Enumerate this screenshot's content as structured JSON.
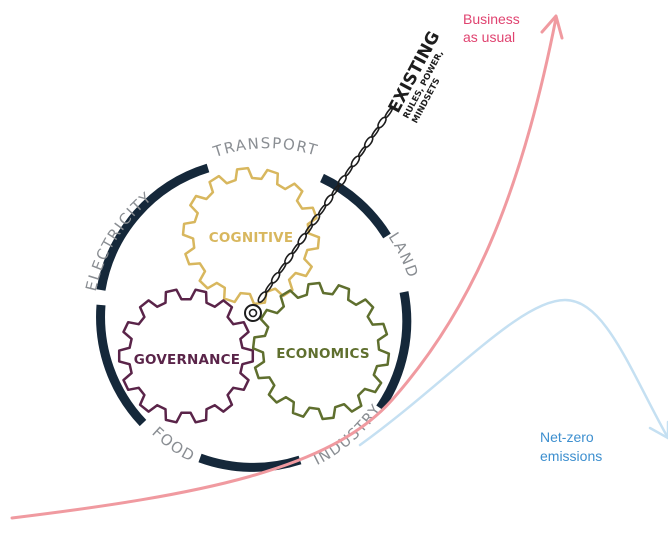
{
  "gears": {
    "cognitive": {
      "label": "COGNITIVE",
      "color": "#d8b75e"
    },
    "governance": {
      "label": "GOVERNANCE",
      "color": "#5a2449"
    },
    "economics": {
      "label": "ECONOMICS",
      "color": "#5f6f2e"
    }
  },
  "sectors": {
    "transport": "TRANSPORT",
    "electricity": "ELECTRICITY",
    "land": "LAND",
    "industry": "INDUSTRY",
    "food": "FOOD"
  },
  "chain": {
    "title": "EXISTING",
    "line1": "RULES, POWER,",
    "line2": "MINDSETS"
  },
  "curves": {
    "business_label_1": "Business",
    "business_label_2": "as usual",
    "business_color": "#f09aa0",
    "business_text_color": "#e04370",
    "netzero_label_1": "Net-zero",
    "netzero_label_2": "emissions",
    "netzero_color": "#c5e0f2",
    "netzero_text_color": "#3d8fcf"
  },
  "ring_color": "#15283a"
}
